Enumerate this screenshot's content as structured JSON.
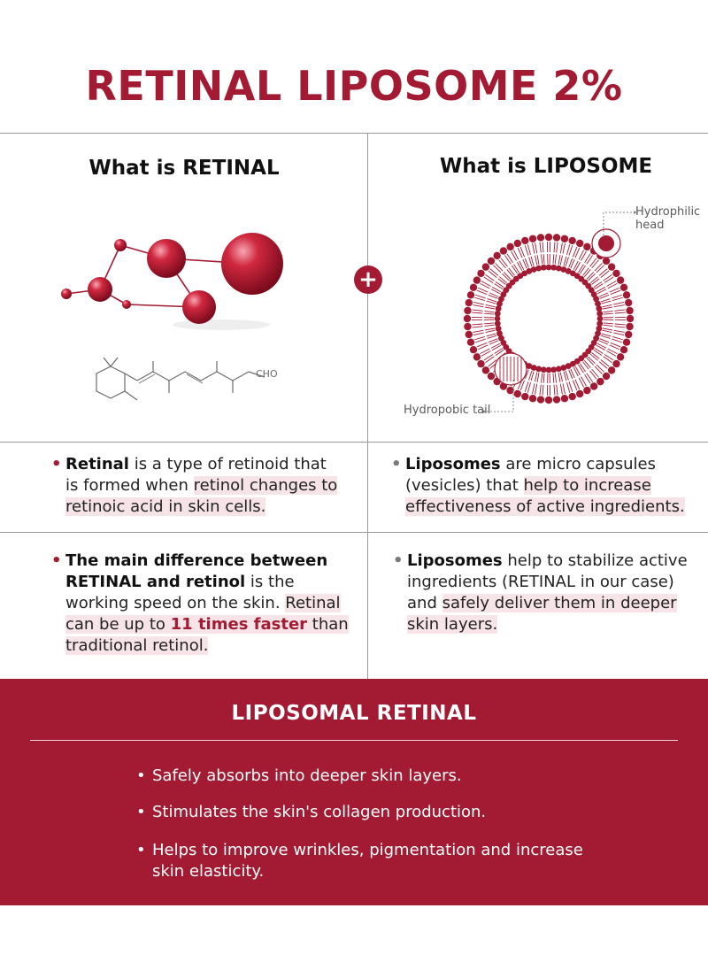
{
  "title": "RETINAL LIPOSOME 2%",
  "left": {
    "heading": "What is RETINAL",
    "formula_label": "CHO",
    "bullet1": {
      "term": "Retinal",
      "text_a": " is a type of retinoid that is formed when ",
      "highlight": "retinol changes to retinoic acid in skin cells."
    },
    "bullet2": {
      "term": "The main difference between RETINAL and retinol",
      "text_a": " is the working speed  on the skin. ",
      "highlight_a": "Retinal can be up to ",
      "emph": "11 times faster",
      "highlight_b": " than traditional retinol."
    }
  },
  "right": {
    "heading": "What is LIPOSOME",
    "callout_head": "Hydrophilic head",
    "callout_tail": "Hydropobic tail",
    "bullet1": {
      "term": "Liposomes",
      "text_a": " are micro capsules (vesicles) that ",
      "highlight": "help to increase effectiveness of active ingredients."
    },
    "bullet2": {
      "term": "Liposomes",
      "text_a": " help to stabilize active ingredients (RETINAL in our case) and ",
      "highlight": "safely deliver them in deeper skin layers."
    }
  },
  "plus_symbol": "+",
  "bottom": {
    "title": "LIPOSOMAL RETINAL",
    "items": [
      "Safely absorbs into deeper skin layers.",
      "Stimulates the skin's collagen production.",
      "Helps to improve wrinkles, pigmentation and increase skin elasticity."
    ]
  },
  "colors": {
    "accent": "#a31a33",
    "highlight": "#f6e4e8"
  }
}
